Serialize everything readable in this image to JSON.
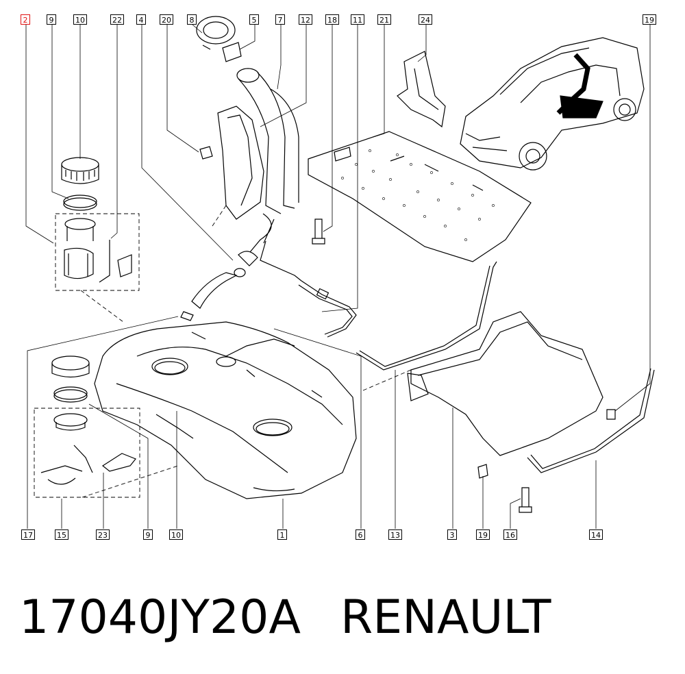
{
  "top_labels": [
    "2",
    "9",
    "10",
    "22",
    "4",
    "20",
    "8",
    "5",
    "7",
    "12",
    "18",
    "11",
    "21",
    "24",
    "19"
  ],
  "bottom_labels": [
    "17",
    "15",
    "23",
    "9",
    "10",
    "1",
    "6",
    "13",
    "3",
    "19",
    "16",
    "14"
  ],
  "highlighted_label": "2",
  "caption": {
    "part_number": "17040JY20A",
    "brand": "RENAULT"
  },
  "colors": {
    "line": "#000000",
    "highlight": "#e01010",
    "background": "#ffffff"
  }
}
